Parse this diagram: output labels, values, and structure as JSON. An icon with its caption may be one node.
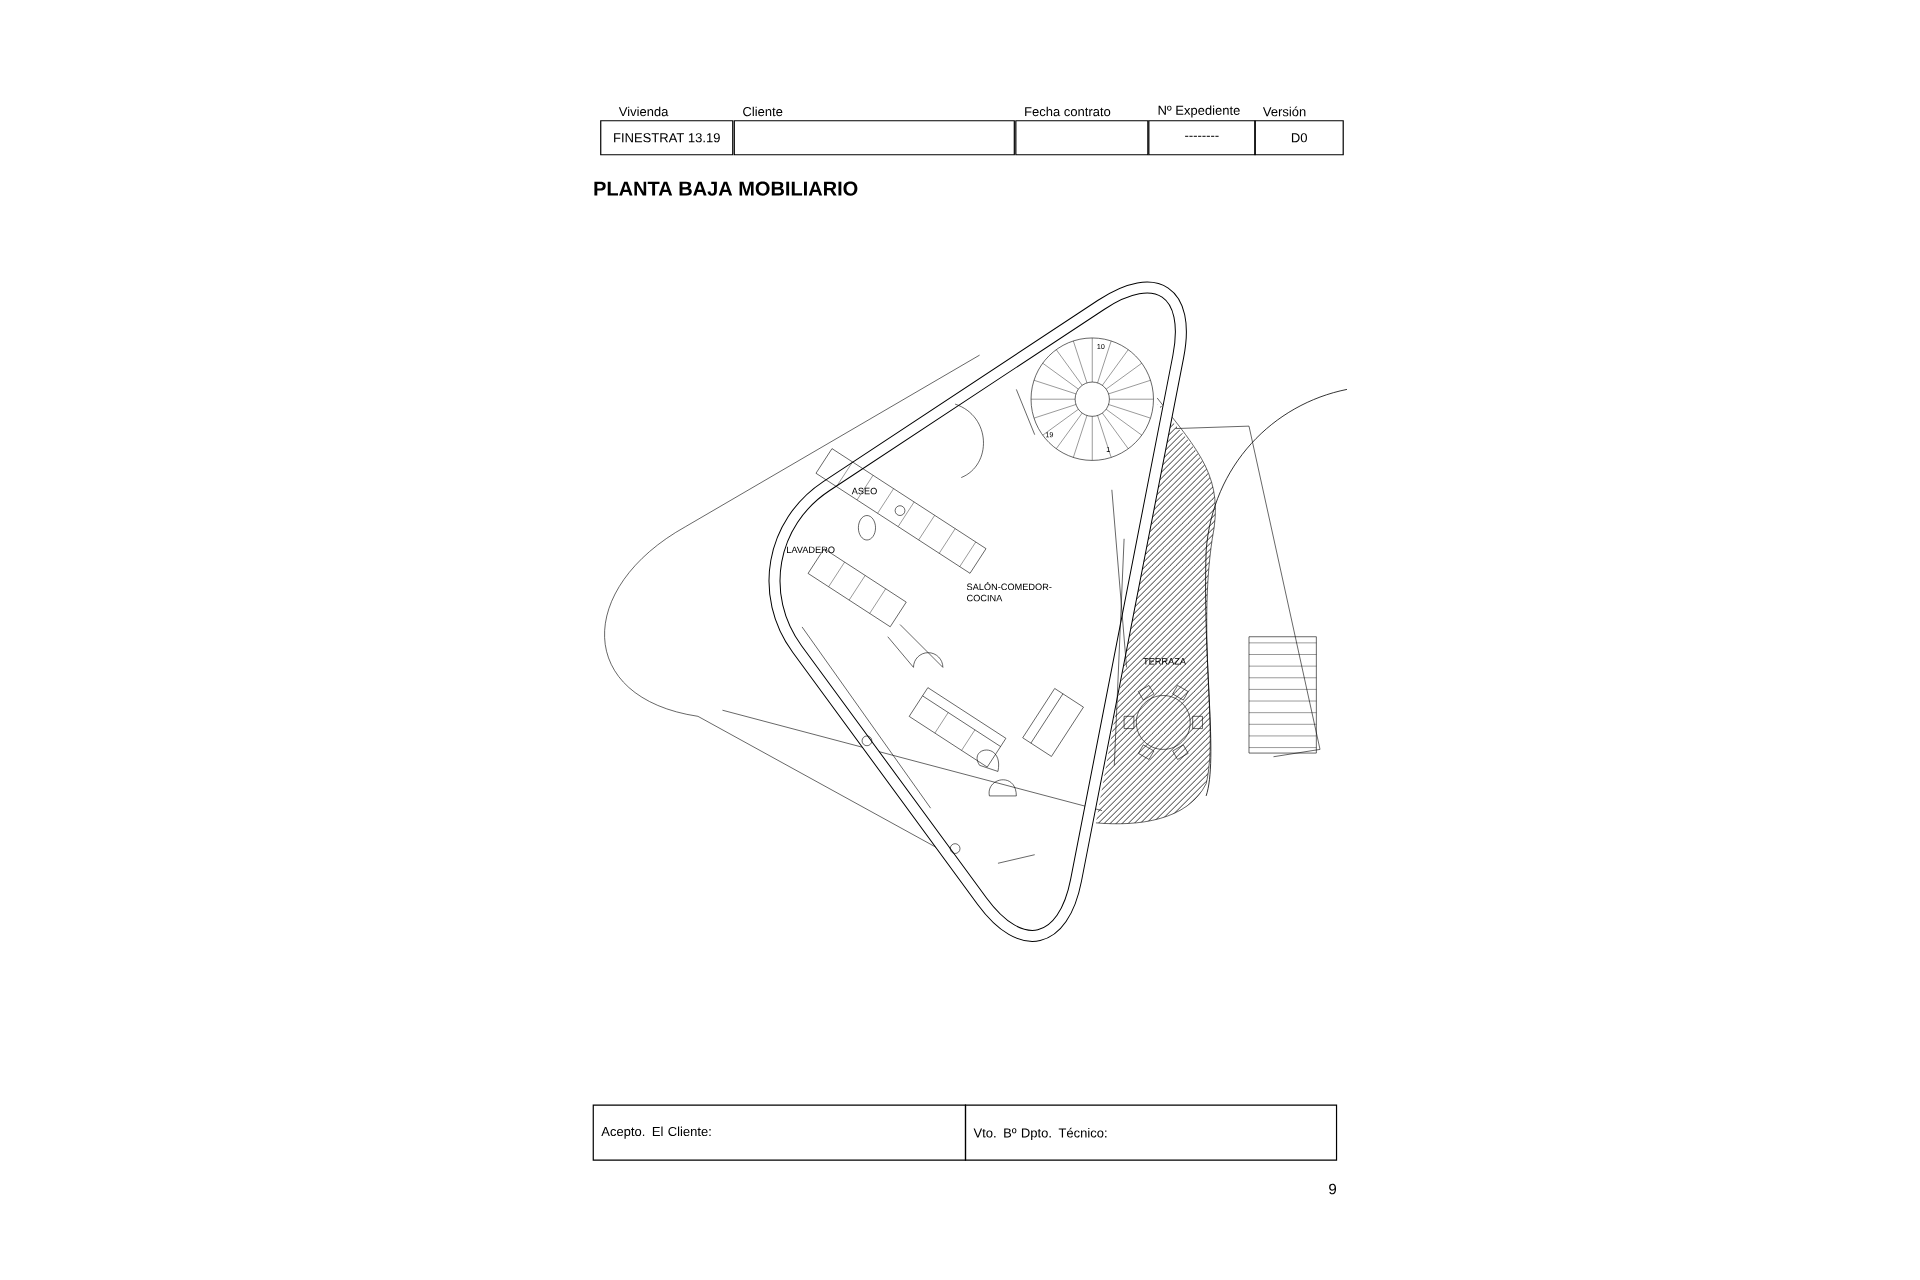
{
  "diagram": {
    "title": "PLANTA BAJA MOBILIARIO",
    "labels": [
      "Vivienda",
      "Cliente",
      "Fecha contrato",
      "Nº Expediente",
      "Versión",
      "FINESTRAT 13.19",
      "--------",
      "D0",
      "10",
      "19",
      "1",
      "ASEO",
      "LAVADERO",
      "SALÓN-COMEDOR- COCINA",
      "TERRAZA",
      "Acepto. El Cliente:",
      "Vto. Bº  Dpto. Técnico:",
      "9"
    ]
  }
}
